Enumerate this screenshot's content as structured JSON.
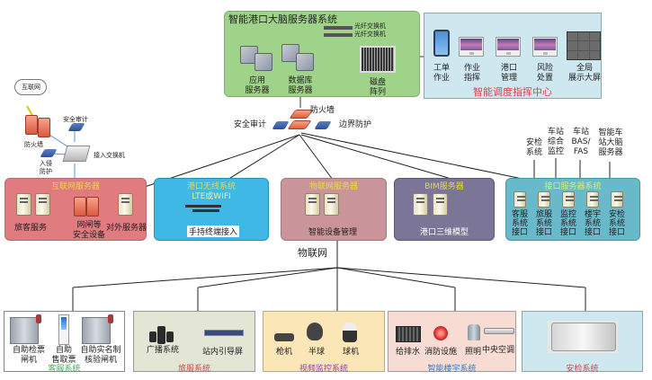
{
  "brain_system": {
    "title": "智能港口大脑服务器系统",
    "fiber_switch_1": "光纤交换机",
    "fiber_switch_2": "光纤交换机",
    "app_server": "应用\n服务器",
    "db_server": "数据库\n服务器",
    "disk_array": "磁盘\n阵列"
  },
  "dispatch_center": {
    "title": "智能调度指挥中心",
    "items": [
      "工单\n作业",
      "作业\n指挥",
      "港口\n管理",
      "风险\n处置",
      "全局\n展示大屏"
    ]
  },
  "core_security": {
    "firewall": "防火墙",
    "audit": "安全审计",
    "boundary": "边界防护"
  },
  "internet_zone": {
    "cloud": "互联网",
    "firewall": "防火墙",
    "audit": "安全审计",
    "intrusion": "入侵\n防护",
    "access_switch": "接入交换机"
  },
  "server_groups": [
    {
      "title": "互联网服务器",
      "labels": [
        "旅客服务",
        "网闸等\n安全设备",
        "对外服务器"
      ]
    },
    {
      "title": "港口无线系统",
      "subtitle": "LTE或WIFI",
      "labels": [
        "手持终端接入"
      ]
    },
    {
      "title": "物联网服务器",
      "labels": [
        "智能设备管理"
      ]
    },
    {
      "title": "BIM服务器",
      "labels": [
        "港口三维模型"
      ]
    },
    {
      "title": "接口服务器系统",
      "labels": [
        "客服\n系统\n接口",
        "旅服\n系统\n接口",
        "监控\n系统\n接口",
        "楼宇\n系统\n接口",
        "安检\n系统\n接口"
      ]
    }
  ],
  "external_links": [
    "安检\n系统",
    "车站\n综合\n监控",
    "车站\nBAS/\nFAS",
    "智能车\n站大脑\n服务器"
  ],
  "iot_label": "物联网",
  "subsystems": [
    {
      "title": "客服系统",
      "items": [
        "自助检票\n闸机",
        "自助\n售取票",
        "自助实名制\n核验闸机"
      ],
      "title_color": "#3fae5a"
    },
    {
      "title": "旅服系统",
      "items": [
        "广播系统",
        "站内引导屏"
      ],
      "title_color": "#c0504d"
    },
    {
      "title": "视频监控系统",
      "items": [
        "枪机",
        "半球",
        "球机"
      ],
      "title_color": "#8e44ad"
    },
    {
      "title": "智能楼宇系统",
      "items": [
        "给排水",
        "消防设施",
        "照明",
        "中央空调"
      ],
      "title_color": "#3a78c2"
    },
    {
      "title": "安检系统",
      "items": [],
      "title_color": "#c0504d"
    }
  ],
  "colors": {
    "brain_bg": "#9fd38a",
    "dispatch_bg": "#cfe7ef",
    "dispatch_title": "#e0414a",
    "internet_bg": "#e07b80",
    "wireless_bg": "#3fb8e6",
    "iot_bg": "#c9959a",
    "bim_bg": "#7b7597",
    "interface_bg": "#68b9c9"
  }
}
